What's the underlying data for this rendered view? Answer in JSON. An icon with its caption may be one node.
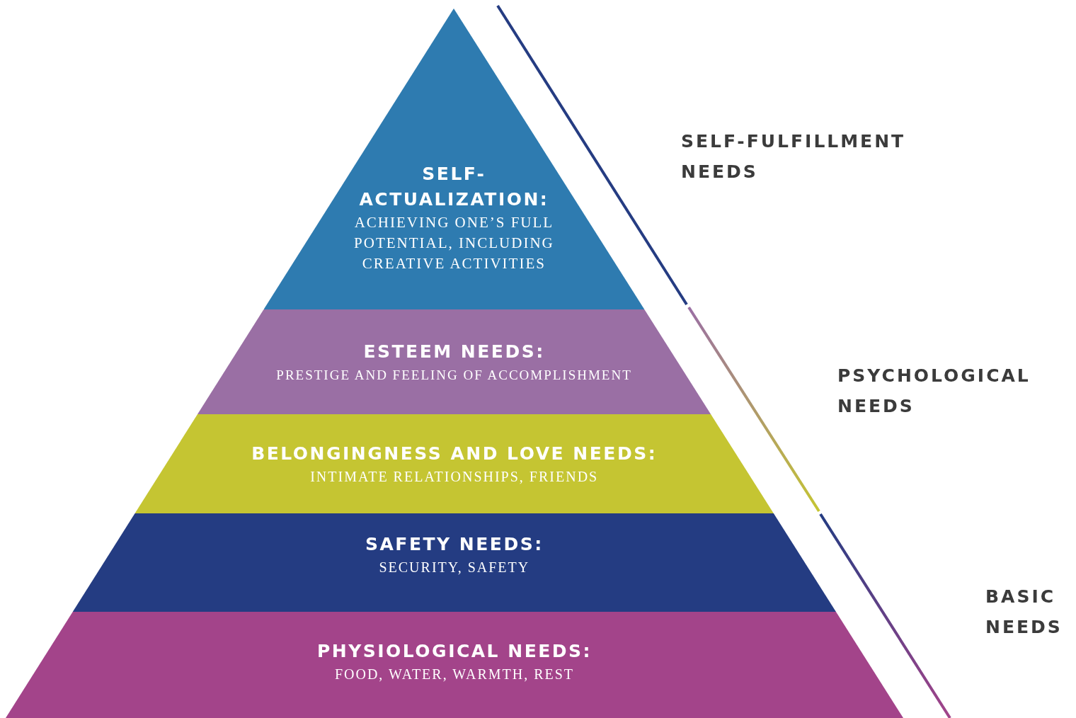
{
  "diagram": {
    "nodes": [
      {
        "text": [
          "SELF-ACTUALIZATION:",
          "ACHIEVING ONE’S FULL POTENTIAL, INCLUDING CREATIVE ACTIVITIES"
        ]
      },
      {
        "text": [
          "ESTEEM NEEDS:",
          "PRESTIGE AND FEELING OF ACCOMPLISHMENT"
        ]
      },
      {
        "text": [
          "BELONGINGNESS AND LOVE NEEDS:",
          "INTIMATE RELATIONSHIPS, FRIENDS"
        ]
      },
      {
        "text": [
          "SAFETY NEEDS:",
          "SECURITY, SAFETY"
        ]
      },
      {
        "text": [
          "PHYSIOLOGICAL NEEDS:",
          "FOOD, WATER, WARMTH, REST"
        ]
      }
    ],
    "labels": [
      "SELF-FULFILLMENT NEEDS",
      "PSYCHOLOGICAL NEEDS",
      "BASIC NEEDS"
    ]
  }
}
